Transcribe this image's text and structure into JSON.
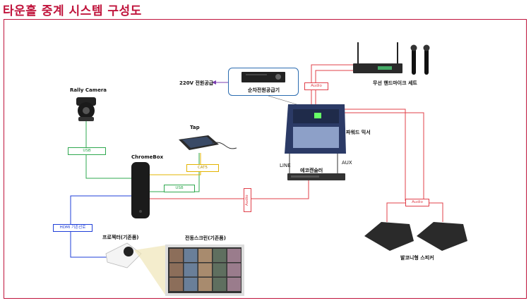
{
  "title": "타운홀 중계 시스템 구성도",
  "devices": {
    "rally_camera": "Rally Camera",
    "chromebox": "ChromeBox",
    "tap": "Tap",
    "power_supply": "순차전원공급기",
    "power_220v": "220V 전원공급",
    "wireless_mic": "무선 핸드마이크 세트",
    "mixer": "파워드 믹서",
    "echo_canceller": "에코캔슬러",
    "line": "LINE",
    "aux": "AUX",
    "projector": "프로젝터(기존품)",
    "screen": "전동스크린(기존품)",
    "speakers": "발코니형 스피커"
  },
  "cables": {
    "usb1": "USB",
    "usb2": "USB",
    "cat5": "CAT5",
    "hdmi": "HDMI 기존선로",
    "audio_mic": "Audio",
    "audio_echo": "Audio",
    "audio_spk": "Audio"
  },
  "colors": {
    "title": "#c0143c",
    "frame": "#c0143c",
    "usb": "#2fa84f",
    "cat5": "#e3b400",
    "hdmi": "#1f3fd8",
    "audio": "#e0404a",
    "power": "#7b3fb0"
  }
}
